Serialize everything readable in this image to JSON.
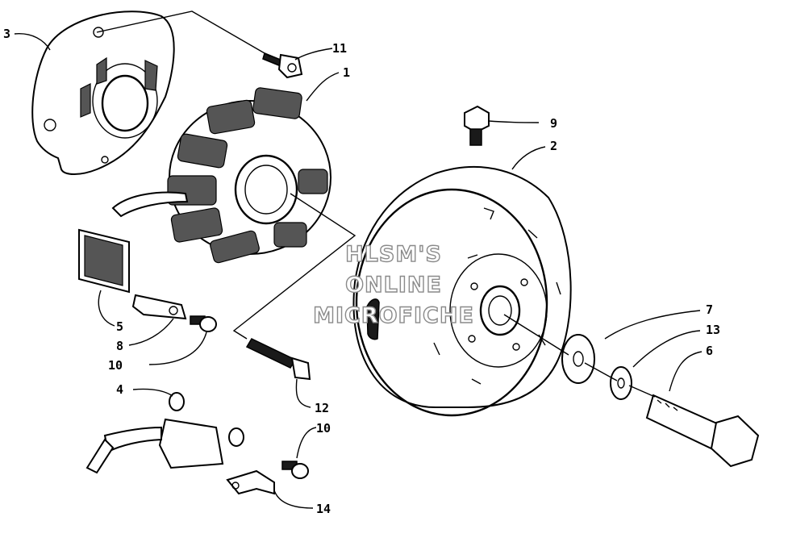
{
  "watermark": {
    "line1": "HLSM'S",
    "line2": "ONLINE",
    "line3": "MICROFICHE"
  },
  "callouts": {
    "c3": "3",
    "c11": "11",
    "c1": "1",
    "c9": "9",
    "c2": "2",
    "c5": "5",
    "c8": "8",
    "c10a": "10",
    "c7": "7",
    "c13": "13",
    "c6": "6",
    "c4": "4",
    "c12": "12",
    "c10b": "10",
    "c14": "14"
  }
}
